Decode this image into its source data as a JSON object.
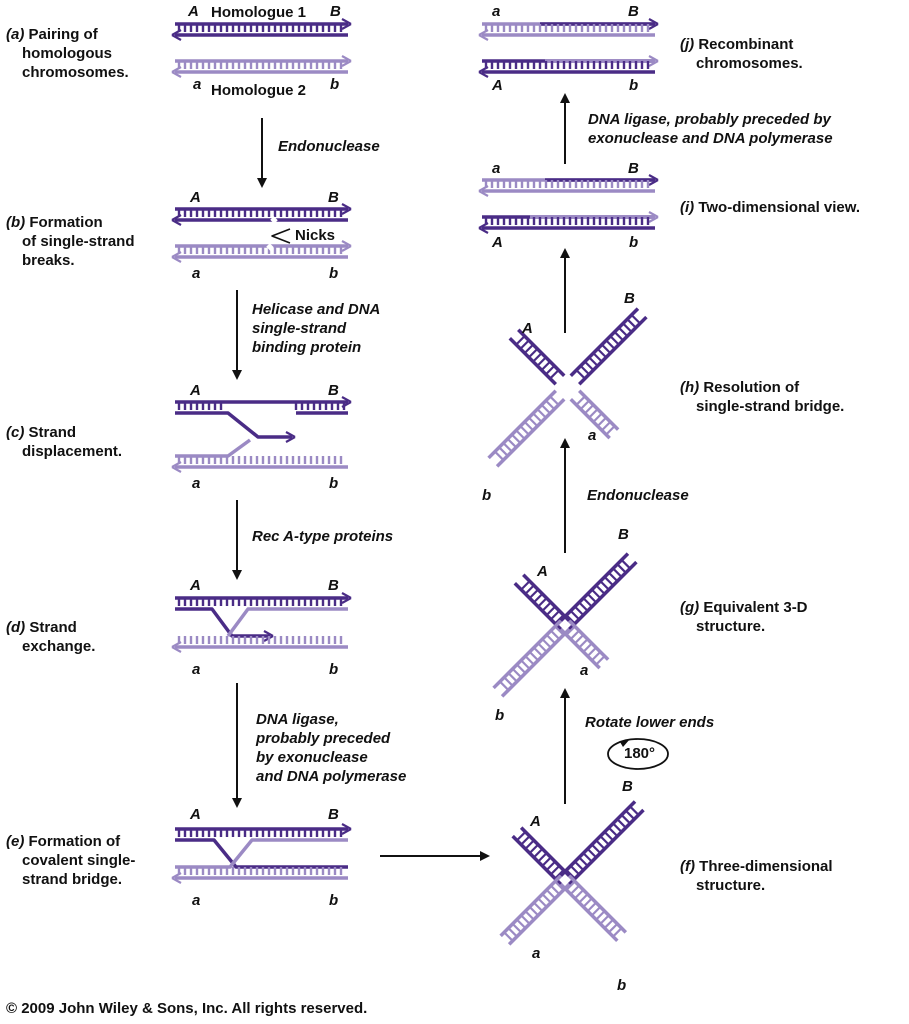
{
  "colors": {
    "dark": "#4a2c86",
    "light": "#9b8ac4",
    "ink": "#111111"
  },
  "homologue1": "Homologue 1",
  "homologue2": "Homologue 2",
  "nicks": "Nicks",
  "rotate_degrees": "180°",
  "copyright": "© 2009 John Wiley & Sons, Inc. All rights reserved.",
  "ends": {
    "A": "A",
    "B": "B",
    "a": "a",
    "b": "b"
  },
  "steps": {
    "a": {
      "letter": "(a)",
      "lines": [
        "Pairing of",
        "homologous",
        "chromosomes."
      ]
    },
    "b": {
      "letter": "(b)",
      "lines": [
        "Formation",
        "of single-strand",
        "breaks."
      ]
    },
    "c": {
      "letter": "(c)",
      "lines": [
        "Strand",
        "displacement."
      ]
    },
    "d": {
      "letter": "(d)",
      "lines": [
        "Strand",
        "exchange."
      ]
    },
    "e": {
      "letter": "(e)",
      "lines": [
        "Formation of",
        "covalent single-",
        "strand bridge."
      ]
    },
    "f": {
      "letter": "(f)",
      "lines": [
        "Three-dimensional",
        "structure."
      ]
    },
    "g": {
      "letter": "(g)",
      "lines": [
        "Equivalent 3-D",
        "structure."
      ]
    },
    "h": {
      "letter": "(h)",
      "lines": [
        "Resolution of",
        "single-strand bridge."
      ]
    },
    "i": {
      "letter": "(i)",
      "lines": [
        "Two-dimensional view."
      ]
    },
    "j": {
      "letter": "(j)",
      "lines": [
        "Recombinant",
        "chromosomes."
      ]
    }
  },
  "arrows": {
    "a_b": [
      "Endonuclease"
    ],
    "b_c": [
      "Helicase and DNA",
      "single-strand",
      "binding protein"
    ],
    "c_d": [
      "Rec A-type proteins"
    ],
    "d_e": [
      "DNA ligase,",
      "probably preceded",
      "by exonuclease",
      "and DNA polymerase"
    ],
    "f_g": [
      "Rotate lower ends"
    ],
    "g_h": [
      "Endonuclease"
    ],
    "i_j": [
      "DNA ligase, probably  preceded by",
      "exonuclease and DNA polymerase"
    ]
  }
}
